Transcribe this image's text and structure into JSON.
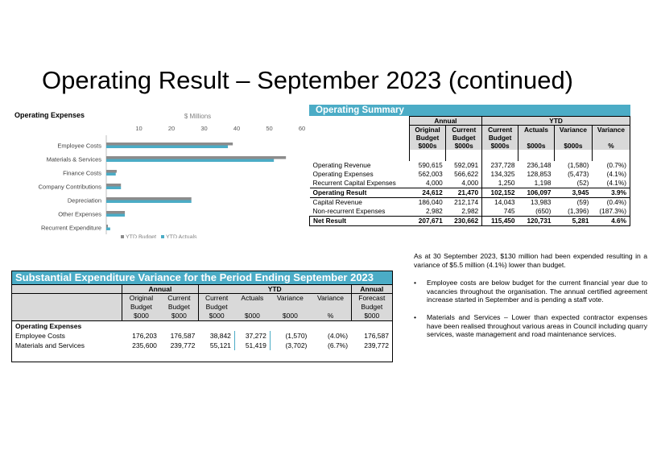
{
  "page_title": "Operating Result – September 2023 (continued)",
  "chart_data": {
    "type": "bar",
    "title": "Operating Expenses",
    "unit_label": "$ Millions",
    "xlim": [
      0,
      60
    ],
    "ticks": [
      10,
      20,
      30,
      40,
      50,
      60
    ],
    "categories": [
      "Employee Costs",
      "Materials & Services",
      "Finance Costs",
      "Company Contributions",
      "Depreciation",
      "Other Expenses",
      "Recurrent Expenditure"
    ],
    "series": [
      {
        "name": "YTD Budget",
        "color": "#8c8c8c",
        "values": [
          38.8,
          55.1,
          3.2,
          4.5,
          26.1,
          5.7,
          0.5
        ]
      },
      {
        "name": "YTD Actuals",
        "color": "#4bacc6",
        "values": [
          37.3,
          51.4,
          2.9,
          4.5,
          26.1,
          5.7,
          1.2
        ]
      }
    ],
    "legend": "bottom"
  },
  "operating_summary": {
    "banner": "Operating Summary",
    "group_annual": "Annual",
    "group_ytd": "YTD",
    "headers": [
      [
        "Original",
        "Budget",
        "$000s"
      ],
      [
        "Current",
        "Budget",
        "$000s"
      ],
      [
        "Current",
        "Budget",
        "$000s"
      ],
      [
        "Actuals",
        "",
        "$000s"
      ],
      [
        "Variance",
        "",
        "$000s"
      ],
      [
        "Variance",
        "",
        "%"
      ]
    ],
    "rows": [
      {
        "label": "Operating Revenue",
        "values": [
          "590,615",
          "592,091",
          "237,728",
          "236,148",
          "(1,580)",
          "(0.7%)"
        ]
      },
      {
        "label": "Operating Expenses",
        "values": [
          "562,003",
          "566,622",
          "134,325",
          "128,853",
          "(5,473)",
          "(4.1%)"
        ]
      },
      {
        "label": "Recurrent Capital Expenses",
        "values": [
          "4,000",
          "4,000",
          "1,250",
          "1,198",
          "(52)",
          "(4.1%)"
        ]
      },
      {
        "label": "Operating Result",
        "values": [
          "24,612",
          "21,470",
          "102,152",
          "106,097",
          "3,945",
          "3.9%"
        ]
      },
      {
        "label": "Capital Revenue",
        "values": [
          "186,040",
          "212,174",
          "14,043",
          "13,983",
          "(59)",
          "(0.4%)"
        ]
      },
      {
        "label": "Non-recurrent Expenses",
        "values": [
          "2,982",
          "2,982",
          "745",
          "(650)",
          "(1,396)",
          "(187.3%)"
        ]
      },
      {
        "label": "Net Result",
        "values": [
          "207,671",
          "230,662",
          "115,450",
          "120,731",
          "5,281",
          "4.6%"
        ]
      }
    ]
  },
  "variance_table": {
    "banner": "Substantial Expenditure Variance for the Period Ending September 2023",
    "group_annual": "Annual",
    "group_ytd": "YTD",
    "group_annual2": "Annual",
    "headers": [
      [
        "Original",
        "Budget",
        "$000"
      ],
      [
        "Current",
        "Budget",
        "$000"
      ],
      [
        "Current",
        "Budget",
        "$000"
      ],
      [
        "Actuals",
        "",
        "$000"
      ],
      [
        "Variance",
        "",
        "$000"
      ],
      [
        "Variance",
        "",
        "%"
      ],
      [
        "Forecast",
        "Budget",
        "$000"
      ]
    ],
    "section_label": "Operating Expenses",
    "rows": [
      {
        "label": "Employee Costs",
        "values": [
          "176,203",
          "176,587",
          "38,842",
          "37,272",
          "(1,570)",
          "(4.0%)",
          "176,587"
        ]
      },
      {
        "label": "Materials and Services",
        "values": [
          "235,600",
          "239,772",
          "55,121",
          "51,419",
          "(3,702)",
          "(6.7%)",
          "239,772"
        ]
      }
    ]
  },
  "commentary": {
    "intro": "As at 30 September 2023, $130 million had been expended resulting in a variance of $5.5 million (4.1%) lower than budget.",
    "bullet_char": "•",
    "bullets": [
      "Employee costs are below budget for the current financial year due to vacancies throughout the organisation. The annual certified agreement increase started in September and is pending a staff vote.",
      "Materials and Services – Lower than expected contractor expenses have been realised throughout various areas in Council including quarry services, waste management and road maintenance services."
    ]
  }
}
